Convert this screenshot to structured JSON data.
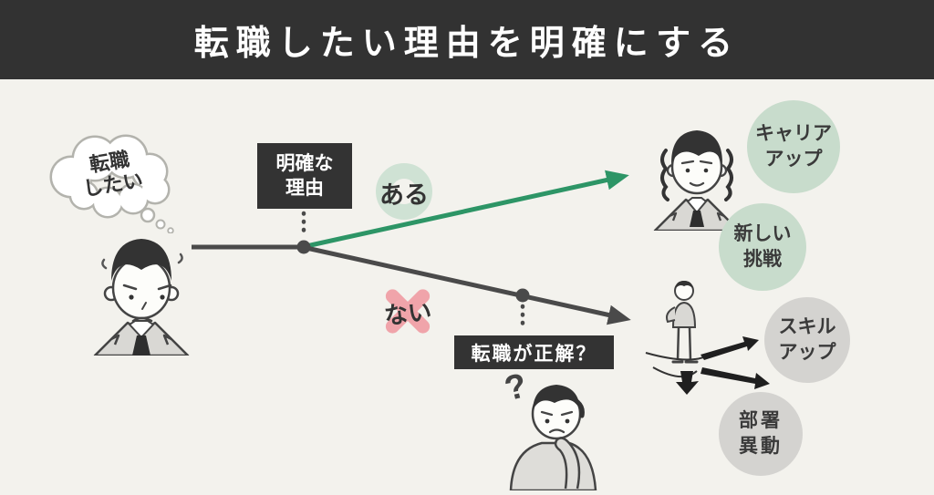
{
  "header": {
    "title": "転職したい理由を明確にする"
  },
  "thought": {
    "line1": "転職",
    "line2": "したい"
  },
  "reason_box": {
    "line1": "明確な",
    "line2": "理由"
  },
  "branch_yes": {
    "label": "ある"
  },
  "branch_no": {
    "label": "ない"
  },
  "question_box": {
    "label": "転職が正解？"
  },
  "outcomes_yes": [
    {
      "line1": "キャリア",
      "line2": "アップ"
    },
    {
      "line1": "新しい",
      "line2": "挑戦"
    }
  ],
  "outcomes_no": [
    {
      "line1": "スキル",
      "line2": "アップ"
    },
    {
      "line1": "部署",
      "line2": "異動"
    }
  ],
  "colors": {
    "header_bg": "#323232",
    "background": "#f3f2ed",
    "accent_green": "#2d9566",
    "light_green_circle": "#c8dccc",
    "yes_ring_green": "#cfe2d4",
    "no_cross_pink": "#f0a4aa",
    "gray_circle": "#d4d3d0",
    "line_dark": "#4a4a4a",
    "box_black": "#333333"
  }
}
